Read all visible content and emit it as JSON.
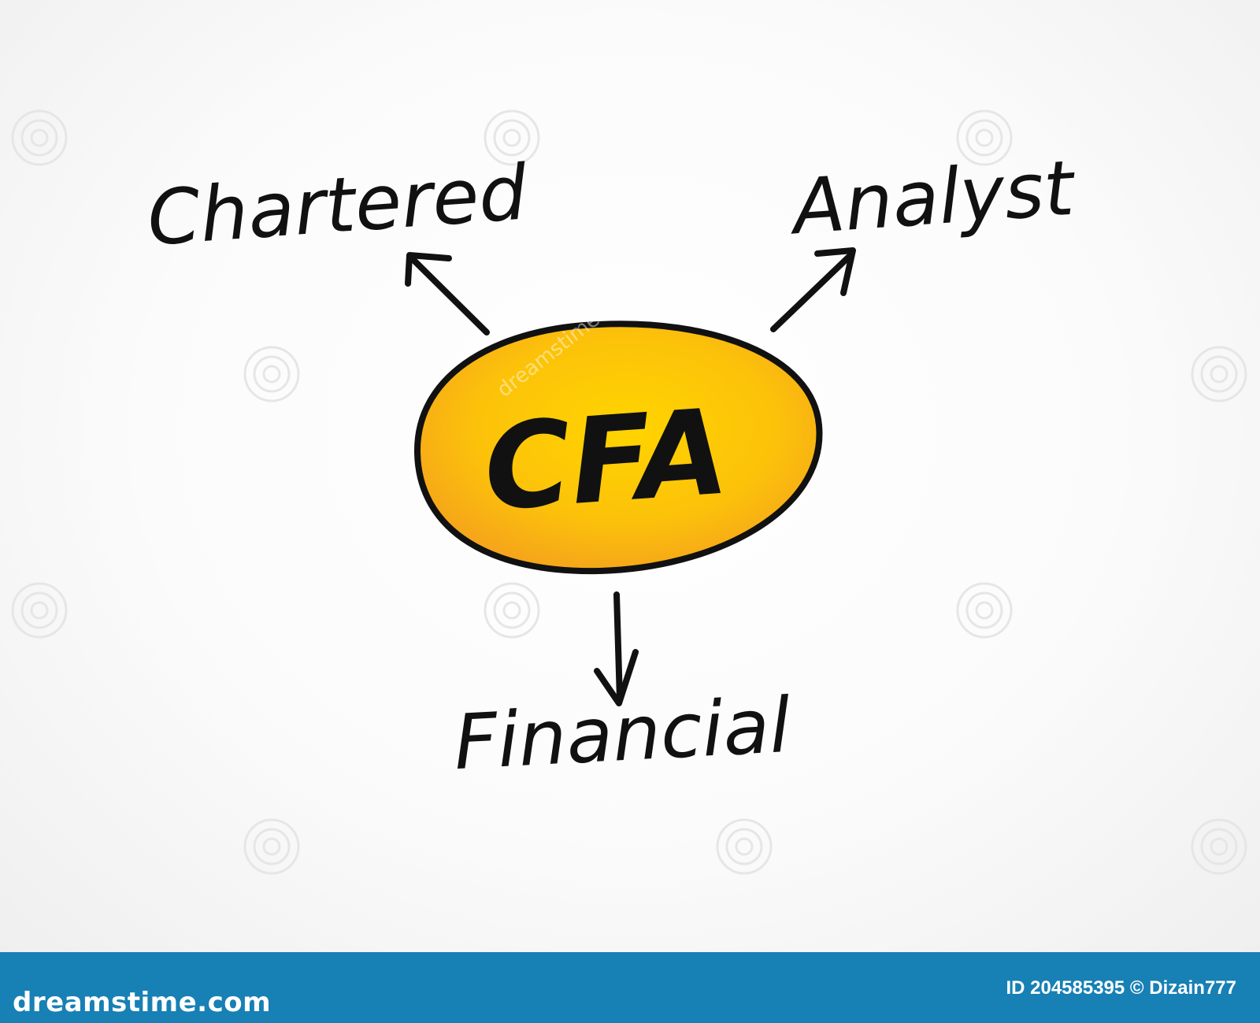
{
  "diagram": {
    "center_label": "CFA",
    "terms": {
      "top_left": "Chartered",
      "top_right": "Analyst",
      "bottom": "Financial"
    },
    "colors": {
      "ellipse_fill_inner": "#ffd400",
      "ellipse_fill_outer": "#f4a21c",
      "ink": "#111111"
    }
  },
  "watermark": {
    "overlay_text": "dreamstime"
  },
  "footer": {
    "brand": "dreamstime.com",
    "credit": "ID 204585395 © Dizain777",
    "background": "#1780b5"
  }
}
